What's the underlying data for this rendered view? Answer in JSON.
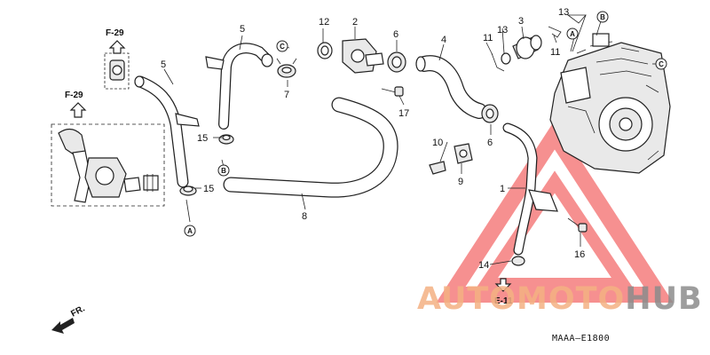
{
  "callouts": {
    "p1": "1",
    "p2": "2",
    "p3": "3",
    "p4": "4",
    "p5a": "5",
    "p5b": "5",
    "p6a": "6",
    "p6b": "6",
    "p7": "7",
    "p8": "8",
    "p9": "9",
    "p10": "10",
    "p11a": "11",
    "p11b": "11",
    "p12": "12",
    "p13a": "13",
    "p13b": "13",
    "p14": "14",
    "p15a": "15",
    "p15b": "15",
    "p16": "16",
    "p17": "17"
  },
  "refs": {
    "f29_top": "F-29",
    "f29_left": "F-29",
    "e11": "E-11",
    "fr": "FR."
  },
  "markers": {
    "a1": "A",
    "a2": "A",
    "b1": "B",
    "b2": "B",
    "c1": "C",
    "c2": "C"
  },
  "diagram_code": "MAAA—E1800",
  "watermark": {
    "part1": "AUTOMOTO",
    "part2": "HUB",
    "color_primary": "#f4b183",
    "color_secondary": "#8c8c8c",
    "triangle_color": "#f36b6b"
  }
}
